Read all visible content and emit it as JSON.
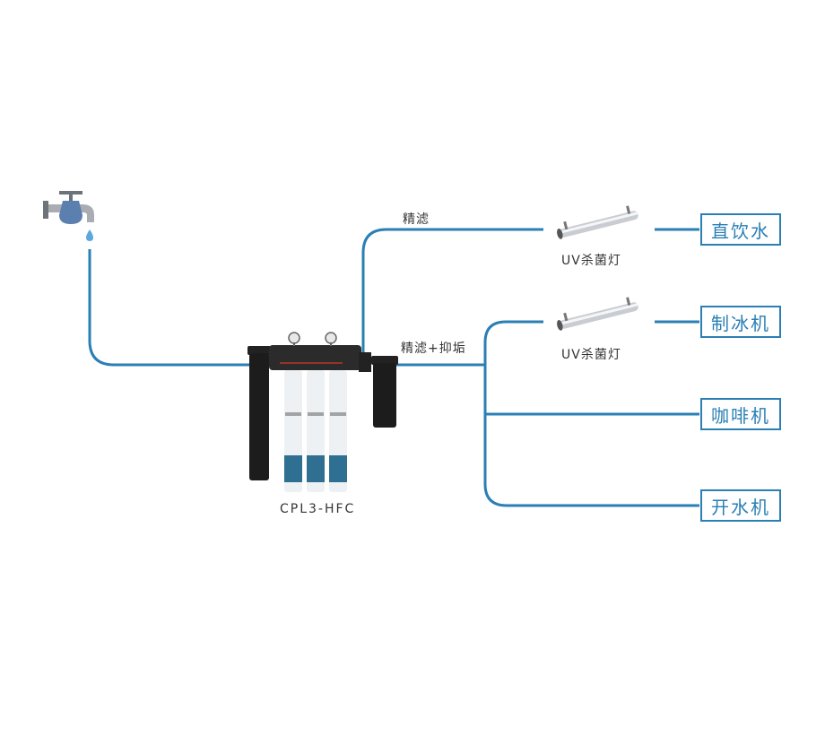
{
  "colors": {
    "pipe": "#2a7fb5",
    "box_border": "#2a7fb5",
    "box_text": "#2a7fb5",
    "tap_body": "#5b7fae",
    "tap_metal": "#a9adb3",
    "water_drop": "#5ba8dc",
    "filter_black": "#1c1c1c"
  },
  "source": {
    "icon": "water-tap-icon",
    "drop_icon": "water-drop-icon"
  },
  "filter_system": {
    "model": "CPL3-HFC",
    "icon": "filter-system-icon"
  },
  "branches": {
    "fine_filter_label": "精滤",
    "fine_filter_scale_label": "精滤+抑垢"
  },
  "uv_lamps": [
    {
      "label": "UV杀菌灯",
      "icon": "uv-lamp-icon"
    },
    {
      "label": "UV杀菌灯",
      "icon": "uv-lamp-icon"
    }
  ],
  "destinations": [
    {
      "label": "直饮水"
    },
    {
      "label": "制冰机"
    },
    {
      "label": "咖啡机"
    },
    {
      "label": "开水机"
    }
  ]
}
